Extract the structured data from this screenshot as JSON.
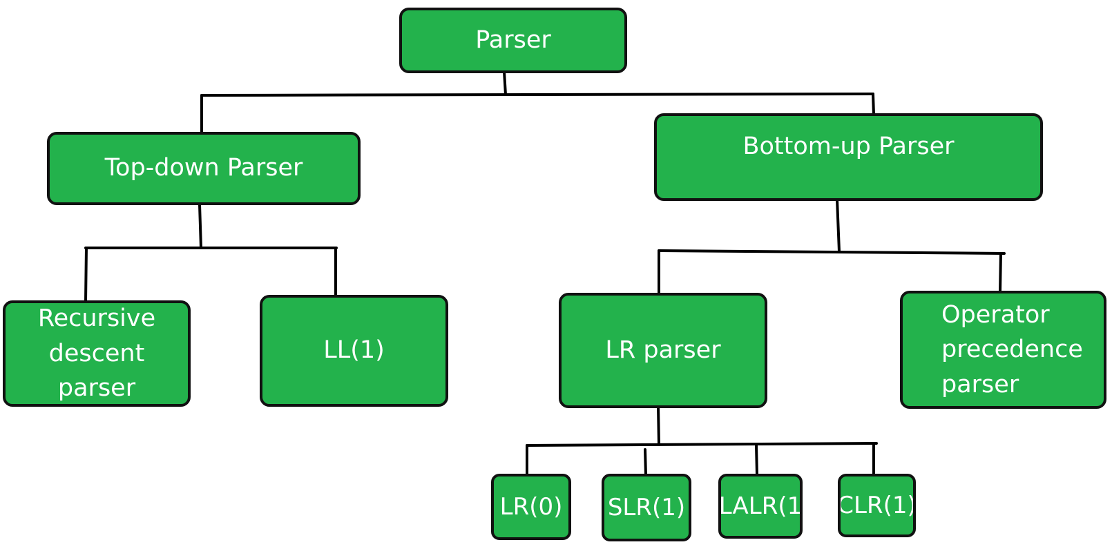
{
  "diagram": {
    "colors": {
      "node_fill": "#23b24c",
      "node_border": "#111111",
      "node_text": "#ffffff",
      "connector": "#000000"
    },
    "nodes": {
      "root": {
        "label": "Parser"
      },
      "top_down": {
        "label": "Top-down Parser"
      },
      "bottom_up": {
        "label": "Bottom-up Parser"
      },
      "recursive_descent": {
        "label": "Recursive\ndescent parser"
      },
      "ll1": {
        "label": "LL(1)"
      },
      "lr_parser": {
        "label": "LR parser"
      },
      "operator_precedence": {
        "label": "Operator\nprecedence\nparser"
      },
      "lr0": {
        "label": "LR(0)"
      },
      "slr1": {
        "label": "SLR(1)"
      },
      "lalr1": {
        "label": "LALR(1"
      },
      "clr1": {
        "label": "CLR(1)"
      }
    }
  }
}
